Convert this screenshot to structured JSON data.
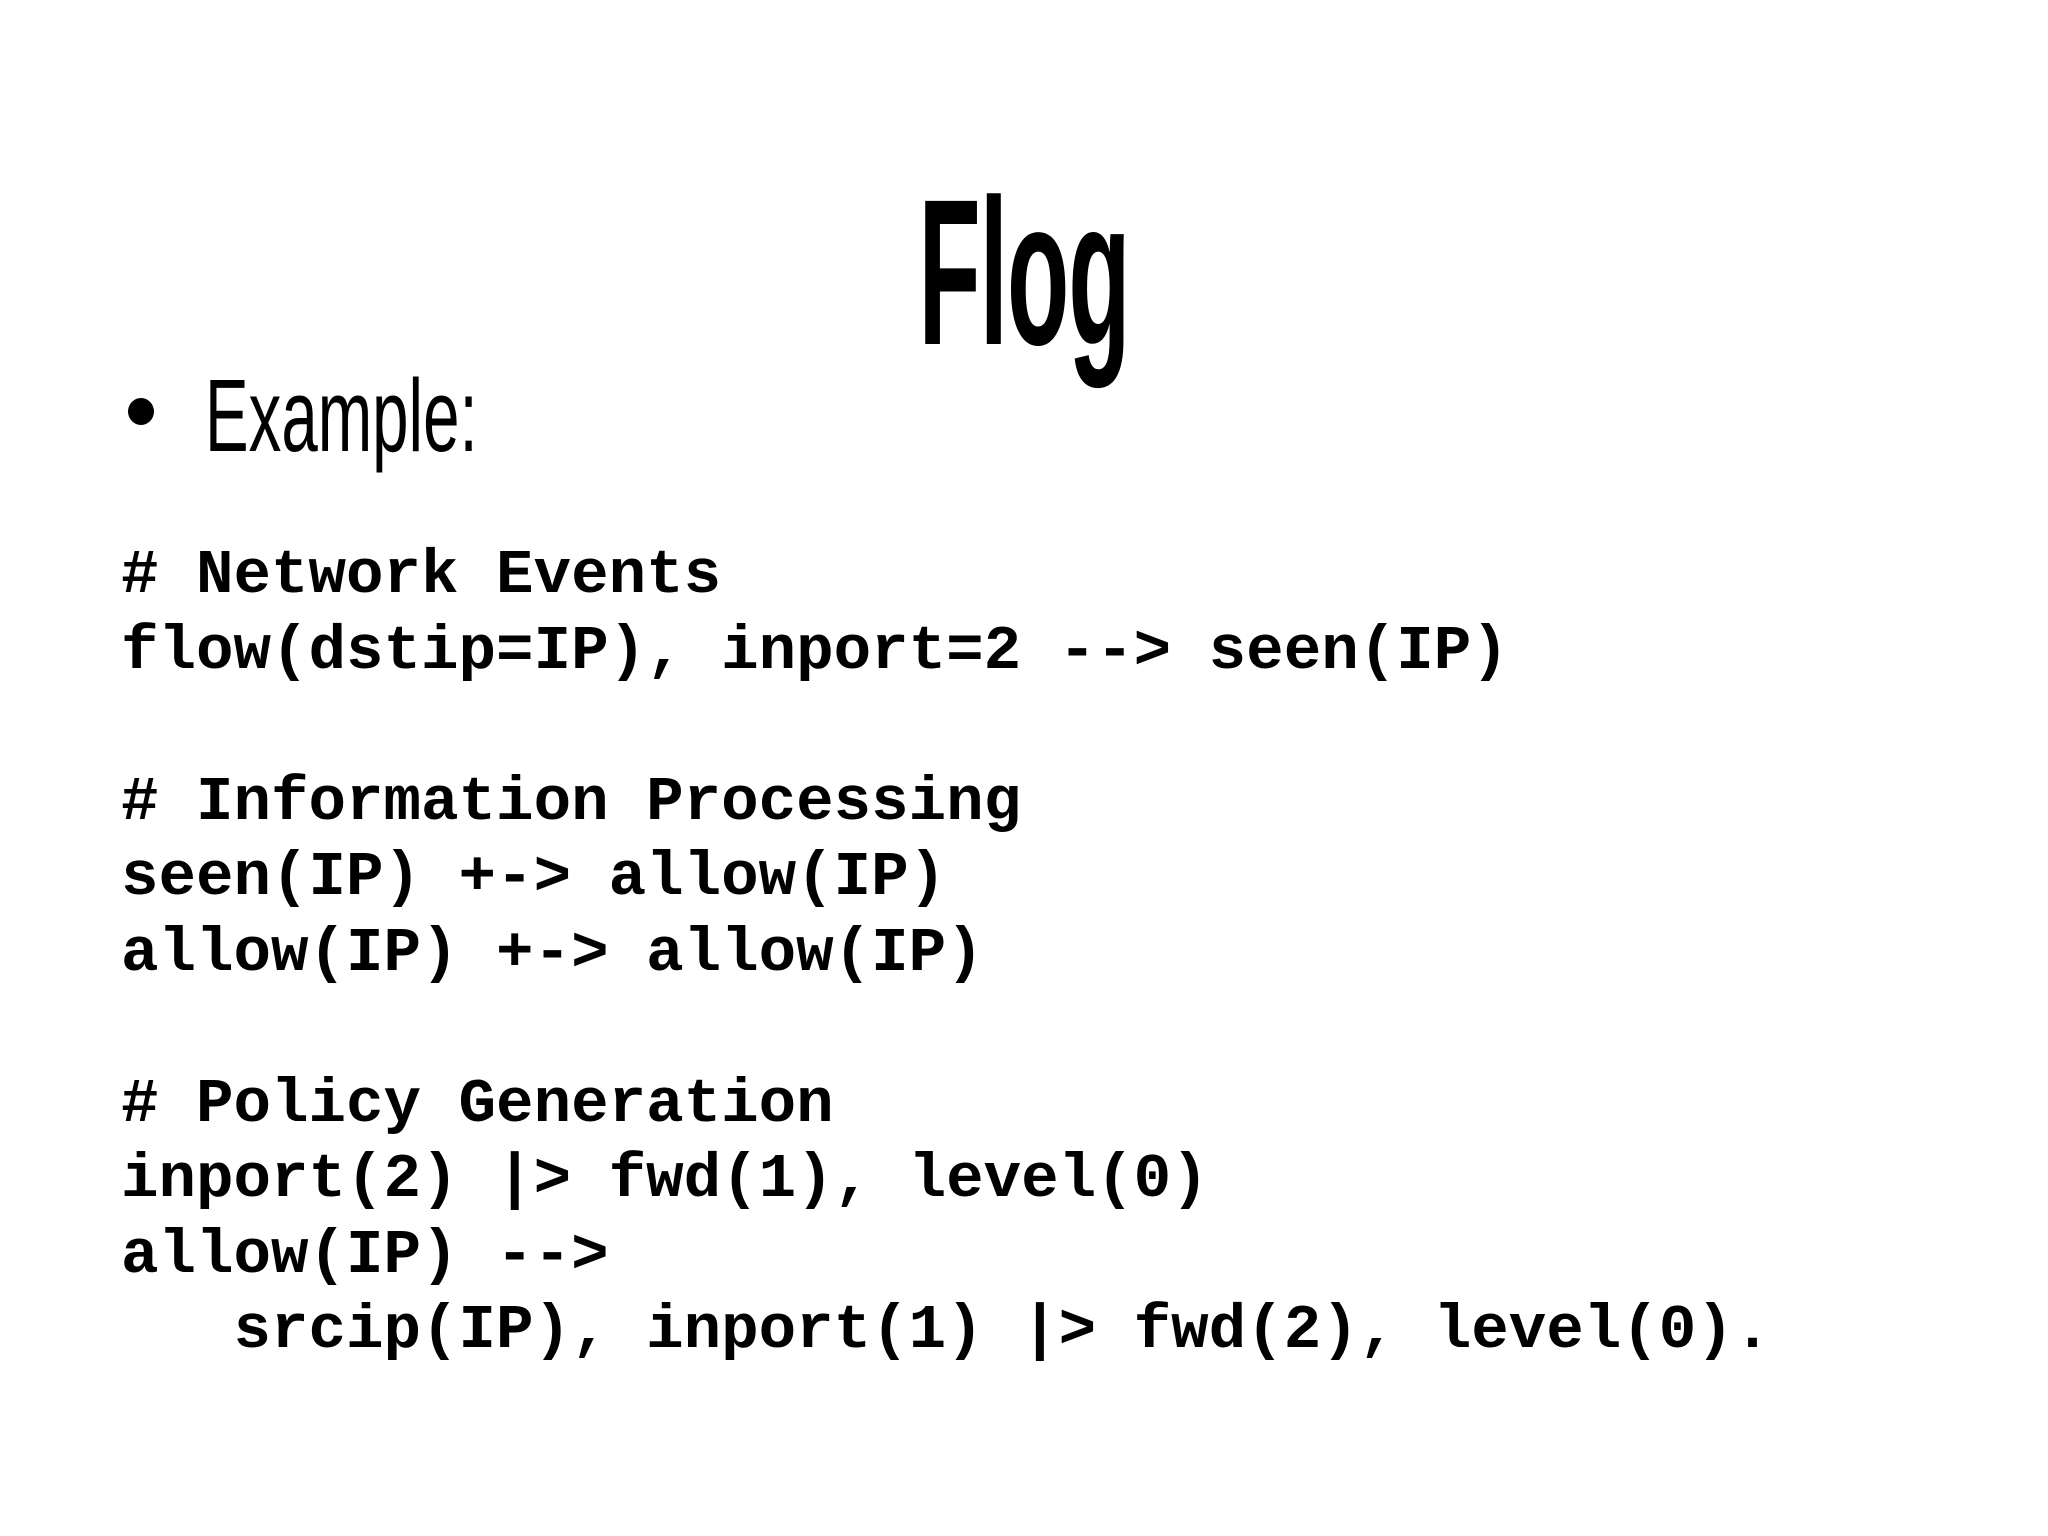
{
  "slide": {
    "title": "Flog",
    "bullet": {
      "marker": "•",
      "text": "Example:"
    },
    "code": {
      "sections": [
        {
          "comment": "# Network Events",
          "lines": [
            "flow(dstip=IP), inport=2 --> seen(IP)"
          ]
        },
        {
          "comment": "# Information Processing",
          "lines": [
            "seen(IP) +-> allow(IP)",
            "allow(IP) +-> allow(IP)"
          ]
        },
        {
          "comment": "# Policy Generation",
          "lines": [
            "inport(2) |> fwd(1), level(0)",
            "allow(IP) -->",
            "   srcip(IP), inport(1) |> fwd(2), level(0)."
          ]
        }
      ]
    },
    "colors": {
      "background": "#ffffff",
      "text": "#000000"
    }
  }
}
